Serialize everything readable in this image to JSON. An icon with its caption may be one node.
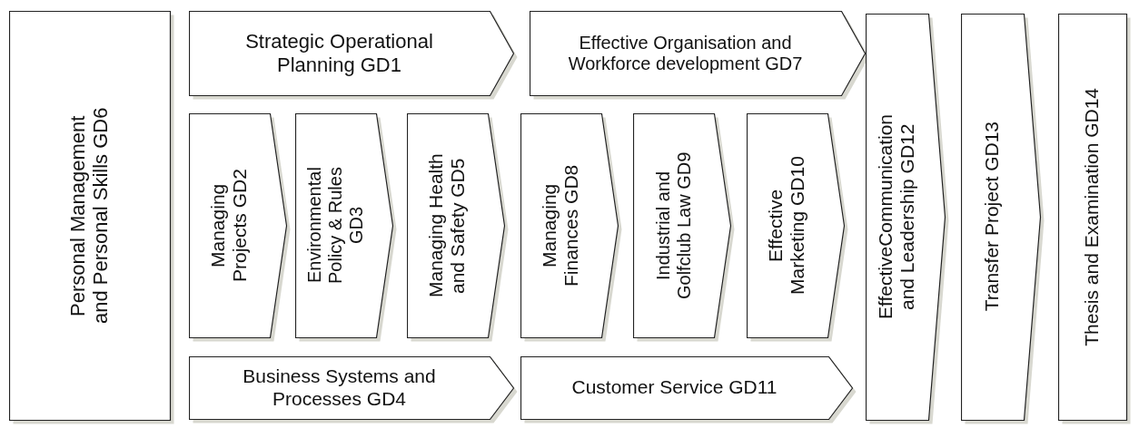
{
  "diagram": {
    "nodes": [
      {
        "text": [
          "Personal Management and Personal Skills GD6"
        ]
      },
      {
        "text": [
          "Strategic Operational Planning GD1"
        ]
      },
      {
        "text": [
          "Effective Organisation and Workforce development GD7"
        ]
      },
      {
        "text": [
          "EffectiveCommunication and Leadership GD12"
        ]
      },
      {
        "text": [
          "Transfer Project GD13"
        ]
      },
      {
        "text": [
          "Thesis and Examination GD14"
        ]
      },
      {
        "text": [
          "Managing Projects GD2"
        ]
      },
      {
        "text": [
          "Environmental Policy & Rules GD3"
        ]
      },
      {
        "text": [
          "Managing Health and Safety GD5"
        ]
      },
      {
        "text": [
          "Managing Finances GD8"
        ]
      },
      {
        "text": [
          "Industrial and Golfclub Law GD9"
        ]
      },
      {
        "text": [
          "Effective Marketing GD10"
        ]
      },
      {
        "text": [
          "Business Systems and Processes GD4"
        ]
      },
      {
        "text": [
          "Customer Service GD11"
        ]
      }
    ]
  }
}
